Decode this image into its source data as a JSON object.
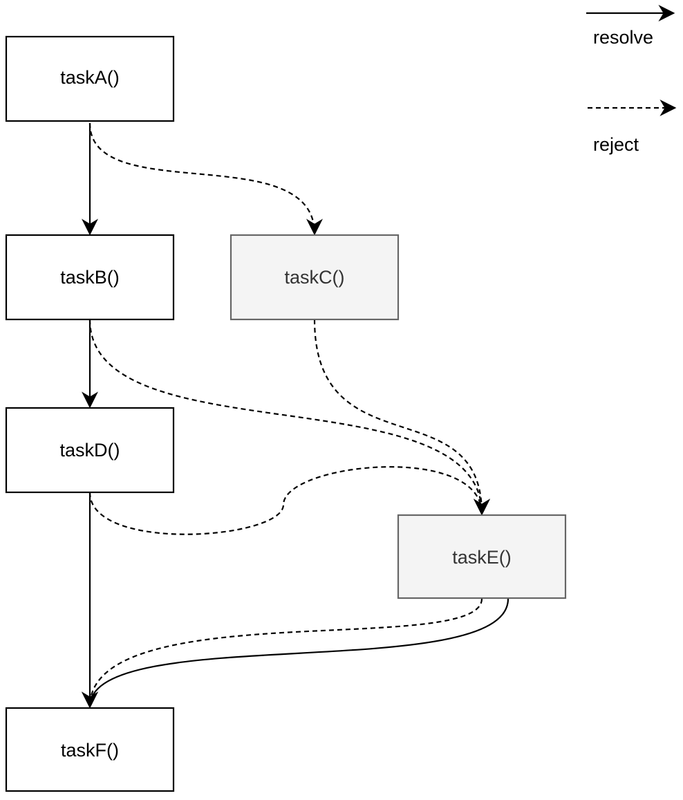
{
  "nodes": {
    "taskA": {
      "label": "taskA()"
    },
    "taskB": {
      "label": "taskB()"
    },
    "taskC": {
      "label": "taskC()"
    },
    "taskD": {
      "label": "taskD()"
    },
    "taskE": {
      "label": "taskE()"
    },
    "taskF": {
      "label": "taskF()"
    }
  },
  "legend": {
    "resolve_label": "resolve",
    "reject_label": "reject"
  },
  "edges": [
    {
      "from": "taskA",
      "to": "taskB",
      "kind": "resolve"
    },
    {
      "from": "taskA",
      "to": "taskC",
      "kind": "reject"
    },
    {
      "from": "taskB",
      "to": "taskD",
      "kind": "resolve"
    },
    {
      "from": "taskB",
      "to": "taskE",
      "kind": "reject"
    },
    {
      "from": "taskC",
      "to": "taskE",
      "kind": "reject"
    },
    {
      "from": "taskD",
      "to": "taskE",
      "kind": "reject"
    },
    {
      "from": "taskD",
      "to": "taskF",
      "kind": "resolve"
    },
    {
      "from": "taskE",
      "to": "taskF",
      "kind": "resolve"
    },
    {
      "from": "taskE",
      "to": "taskF",
      "kind": "reject"
    }
  ],
  "colors": {
    "line": "#000000",
    "default_fill": "#ffffff",
    "default_stroke": "#000000",
    "highlight_fill": "#f4f4f4",
    "highlight_stroke": "#666666",
    "highlight_text": "#333333",
    "default_text": "#000000"
  }
}
